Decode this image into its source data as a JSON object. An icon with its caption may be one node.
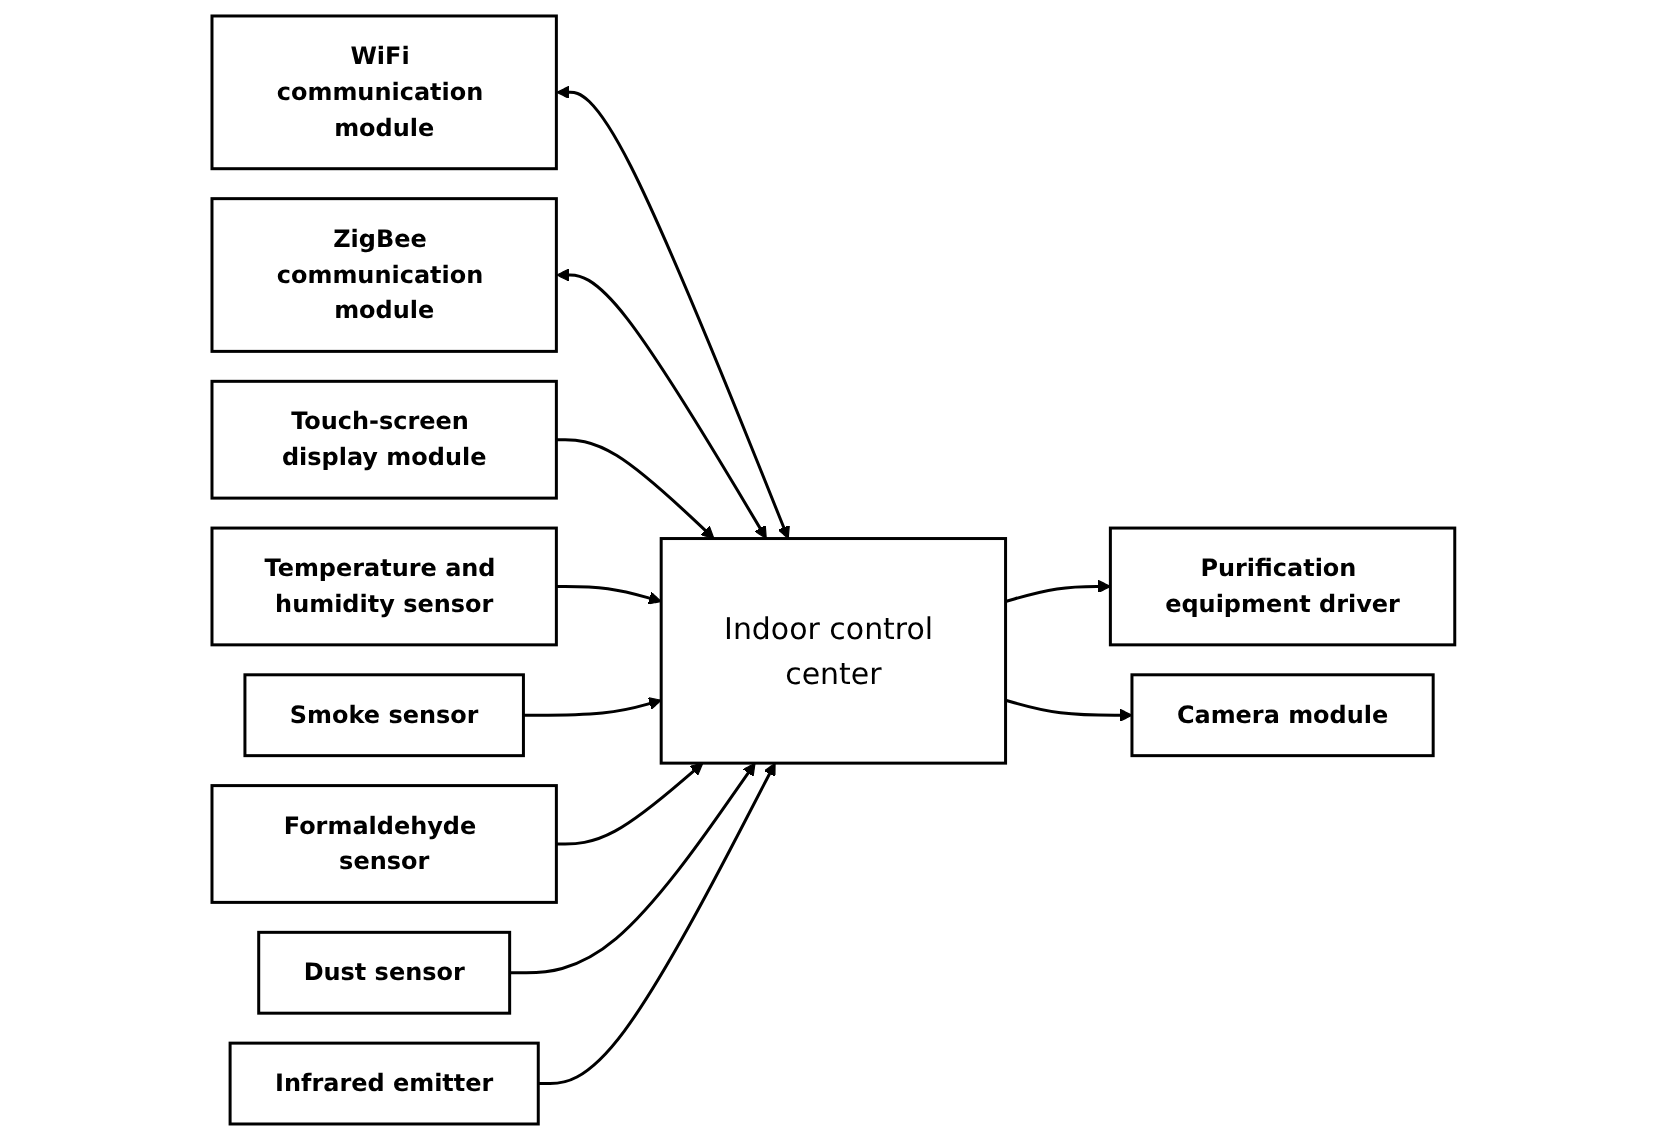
{
  "diagram": {
    "nodes": [
      {
        "text": [
          "WiFi communication module"
        ]
      },
      {
        "text": [
          "ZigBee communication module"
        ]
      },
      {
        "text": [
          "Purification equipment driver"
        ]
      },
      {
        "text": [
          "Camera module"
        ]
      },
      {
        "text": [
          "Touch-screen display module"
        ]
      },
      {
        "text": [
          "Indoor control center"
        ]
      },
      {
        "text": [
          "Temperature and humidity sensor"
        ]
      },
      {
        "text": [
          "Smoke sensor"
        ]
      },
      {
        "text": [
          "Formaldehyde sensor"
        ]
      },
      {
        "text": [
          "Dust sensor"
        ]
      },
      {
        "text": [
          "Infrared emitter"
        ]
      }
    ],
    "edges": [
      {
        "from": 0,
        "to": 5,
        "arrow": "both"
      },
      {
        "from": 1,
        "to": 5,
        "arrow": "both"
      },
      {
        "from": 5,
        "to": 2,
        "arrow": "to"
      },
      {
        "from": 5,
        "to": 3,
        "arrow": "to"
      },
      {
        "from": 4,
        "to": 5,
        "arrow": "to"
      },
      {
        "from": 6,
        "to": 5,
        "arrow": "to"
      },
      {
        "from": 7,
        "to": 5,
        "arrow": "to"
      },
      {
        "from": 8,
        "to": 5,
        "arrow": "to"
      },
      {
        "from": 9,
        "to": 5,
        "arrow": "to"
      },
      {
        "from": 10,
        "to": 5,
        "arrow": "to"
      }
    ]
  }
}
